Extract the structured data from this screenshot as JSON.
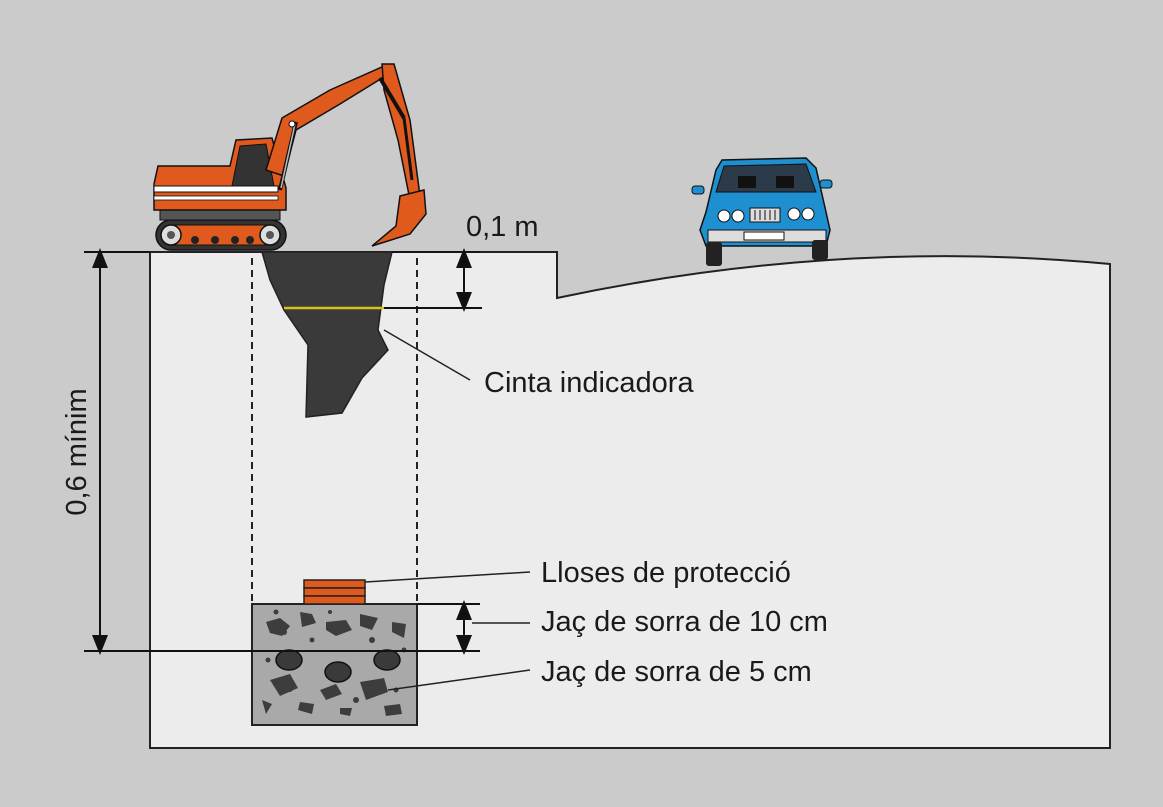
{
  "labels": {
    "top_cover_depth": "0,1 m",
    "warning_tape": "Cinta indicadora",
    "min_depth": "0,6 mínim",
    "protection_slabs": "Lloses de protecció",
    "sand_bed_10": "Jaç de sorra de 10 cm",
    "sand_bed_5": "Jaç de sorra de 5 cm"
  },
  "colors": {
    "background": "#cbcbcb",
    "ground": "#ececec",
    "trench_fill": "#3a3a3a",
    "warning_tape": "#d6c21a",
    "excavator": "#e05a1e",
    "car": "#1e8fd0",
    "sand_bed": "#a9a9a9",
    "slabs": "#e05a1e"
  },
  "icons": [
    "excavator-icon",
    "car-icon",
    "cable-icon"
  ]
}
